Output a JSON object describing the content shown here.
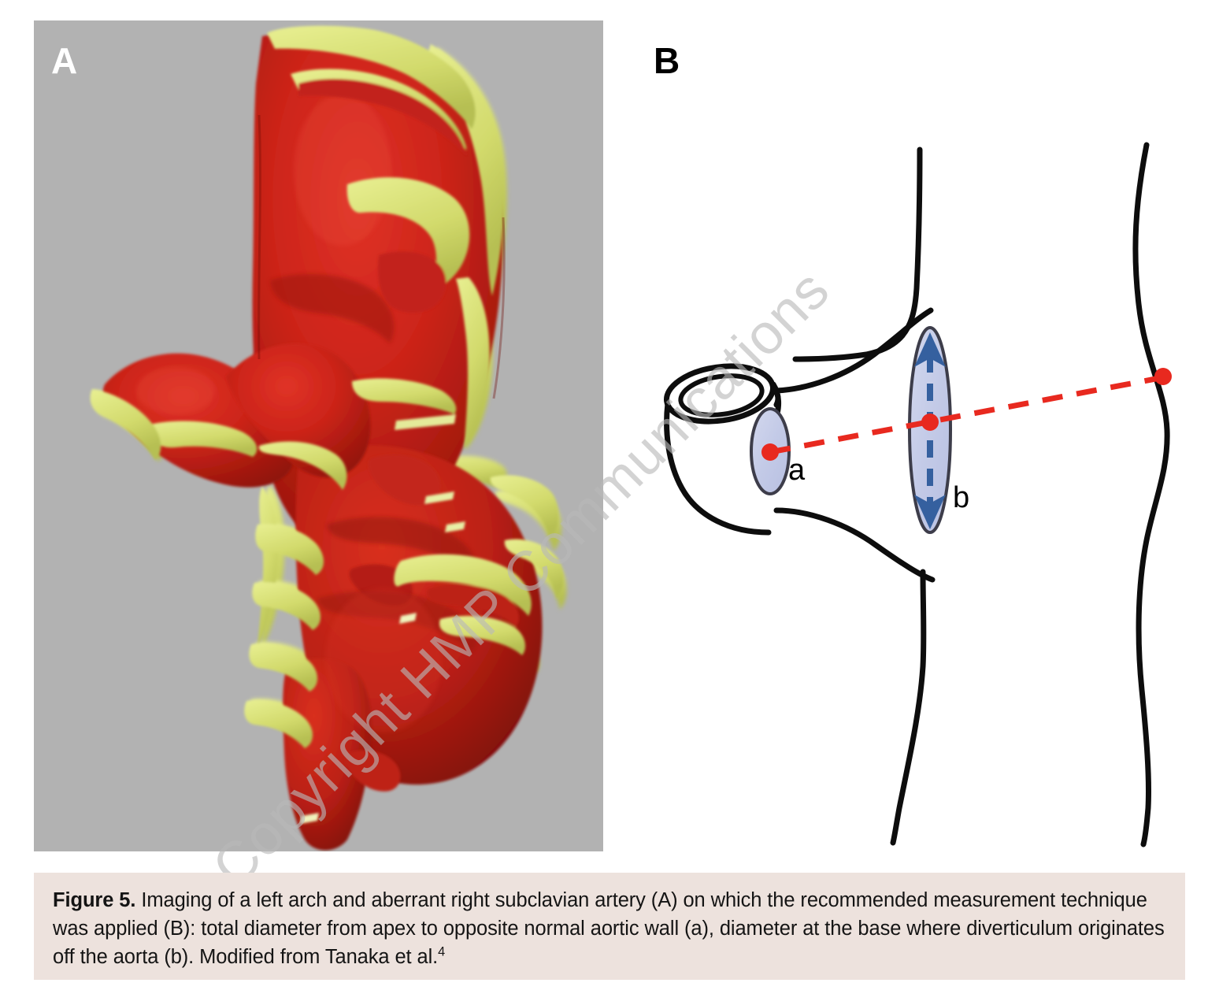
{
  "figure": {
    "panel_a": {
      "label": "A",
      "description": "3D CT volume rendering of aortic arch with aberrant right subclavian artery",
      "background_color": "#b2b2b2",
      "vessel_color": "#c0231c",
      "calcification_color": "#d7df76"
    },
    "panel_b": {
      "label": "B",
      "description": "Schematic of aortic arch diverticulum measurement technique",
      "outline_color": "#000000",
      "ellipse_fill": "#c5cbe8",
      "measure_line_color": "#e8291f",
      "arrow_color": "#35609f",
      "annotations": [
        {
          "id": "a",
          "label": "a",
          "meaning": "total diameter from apex to opposite normal aortic wall"
        },
        {
          "id": "b",
          "label": "b",
          "meaning": "diameter at the base where diverticulum originates off the aorta"
        }
      ]
    },
    "watermark": {
      "text": "Copyright HMP Communications",
      "color": "#b9b9b9",
      "angle_deg": -45
    },
    "caption": {
      "box_color": "#ede2dd",
      "label": "Figure 5.",
      "body": " Imaging of a left arch and aberrant right subclavian artery (A) on which the recommended measurement technique was applied (B): total diameter from apex to opposite normal aortic wall (a), diameter at the base where diverticulum originates off the aorta (b). Modified from Tanaka et al.",
      "citation": "4"
    }
  }
}
